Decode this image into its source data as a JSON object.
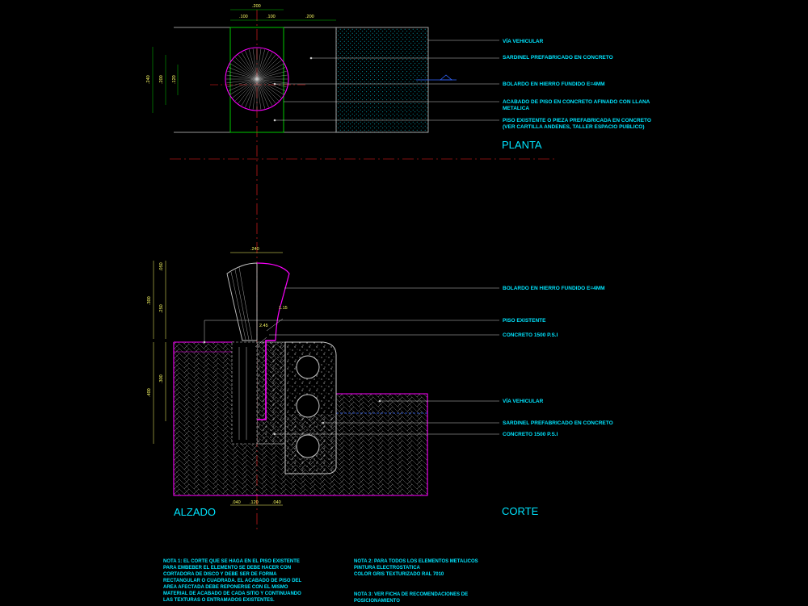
{
  "colors": {
    "background": "#000000",
    "text": "#00e5ff",
    "dimension": "#ffff66",
    "outline_green": "#00c800",
    "magenta": "#ff00ff",
    "axis_red": "#ff2020",
    "leader_white": "#c8c8c8"
  },
  "titles": {
    "planta": "PLANTA",
    "alzado": "ALZADO",
    "corte": "CORTE"
  },
  "planta_labels": [
    "VÍA VEHICULAR",
    "SARDINEL PREFABRICADO EN CONCRETO",
    "BOLARDO EN HIERRO FUNDIDO E=4MM",
    "ACABADO DE PISO EN CONCRETO AFINADO CON LLANA",
    "METALICA",
    "PISO EXISTENTE O PIEZA PREFABRICADA EN CONCRETO",
    "(VER CARTILLA ANDENES, TALLER ESPACIO PUBLICO)"
  ],
  "corte_labels": [
    "BOLARDO EN HIERRO FUNDIDO E=4MM",
    "PISO EXISTENTE",
    "CONCRETO 1500 P.S.I",
    "VÍA VEHICULAR",
    "SARDINEL PREFABRICADO EN CONCRETO",
    "CONCRETO 1500 P.S.I"
  ],
  "dimensions_planta": {
    "top_total": ".200",
    "top_a": ".100",
    "top_b": ".100",
    "top_c": ".200",
    "left_outer": ".240",
    "left_mid": ".200",
    "left_inner": ".120"
  },
  "dimensions_alzado": {
    "top_width": ".240",
    "left_a": ".050",
    "left_b": ".300",
    "left_c": ".250",
    "left_d": ".300",
    "left_e": ".400",
    "bottom_a": ".040",
    "bottom_b": ".120",
    "bottom_c": ".040",
    "angle_a": "1.15",
    "angle_b": "2.45"
  },
  "notes": {
    "nota1": [
      "NOTA 1: EL CORTE QUE SE HAGA EN EL PISO EXISTENTE",
      "PARA EMBEBER EL ELEMENTO SE DEBE HACER CON",
      "CORTADORA DE DISCO Y DEBE SER DE FORMA",
      "RECTANGULAR O CUADRADA. EL ACABADO DE PISO DEL",
      "AREA AFECTADA DEBE REPONERSE CON EL MISMO",
      "MATERIAL DE ACABADO DE CADA SITIO Y CONTINUANDO",
      "LAS TEXTURAS O ENTRAMADOS EXISTENTES."
    ],
    "nota2": [
      "NOTA 2: PARA TODOS LOS ELEMENTOS METALICOS",
      "PINTURA ELECTROSTATICA",
      "COLOR GRIS TEXTURIZADO RAL 7010"
    ],
    "nota3": [
      "NOTA 3: VER FICHA DE RECOMENDACIONES DE",
      "POSICIONAMIENTO"
    ]
  }
}
